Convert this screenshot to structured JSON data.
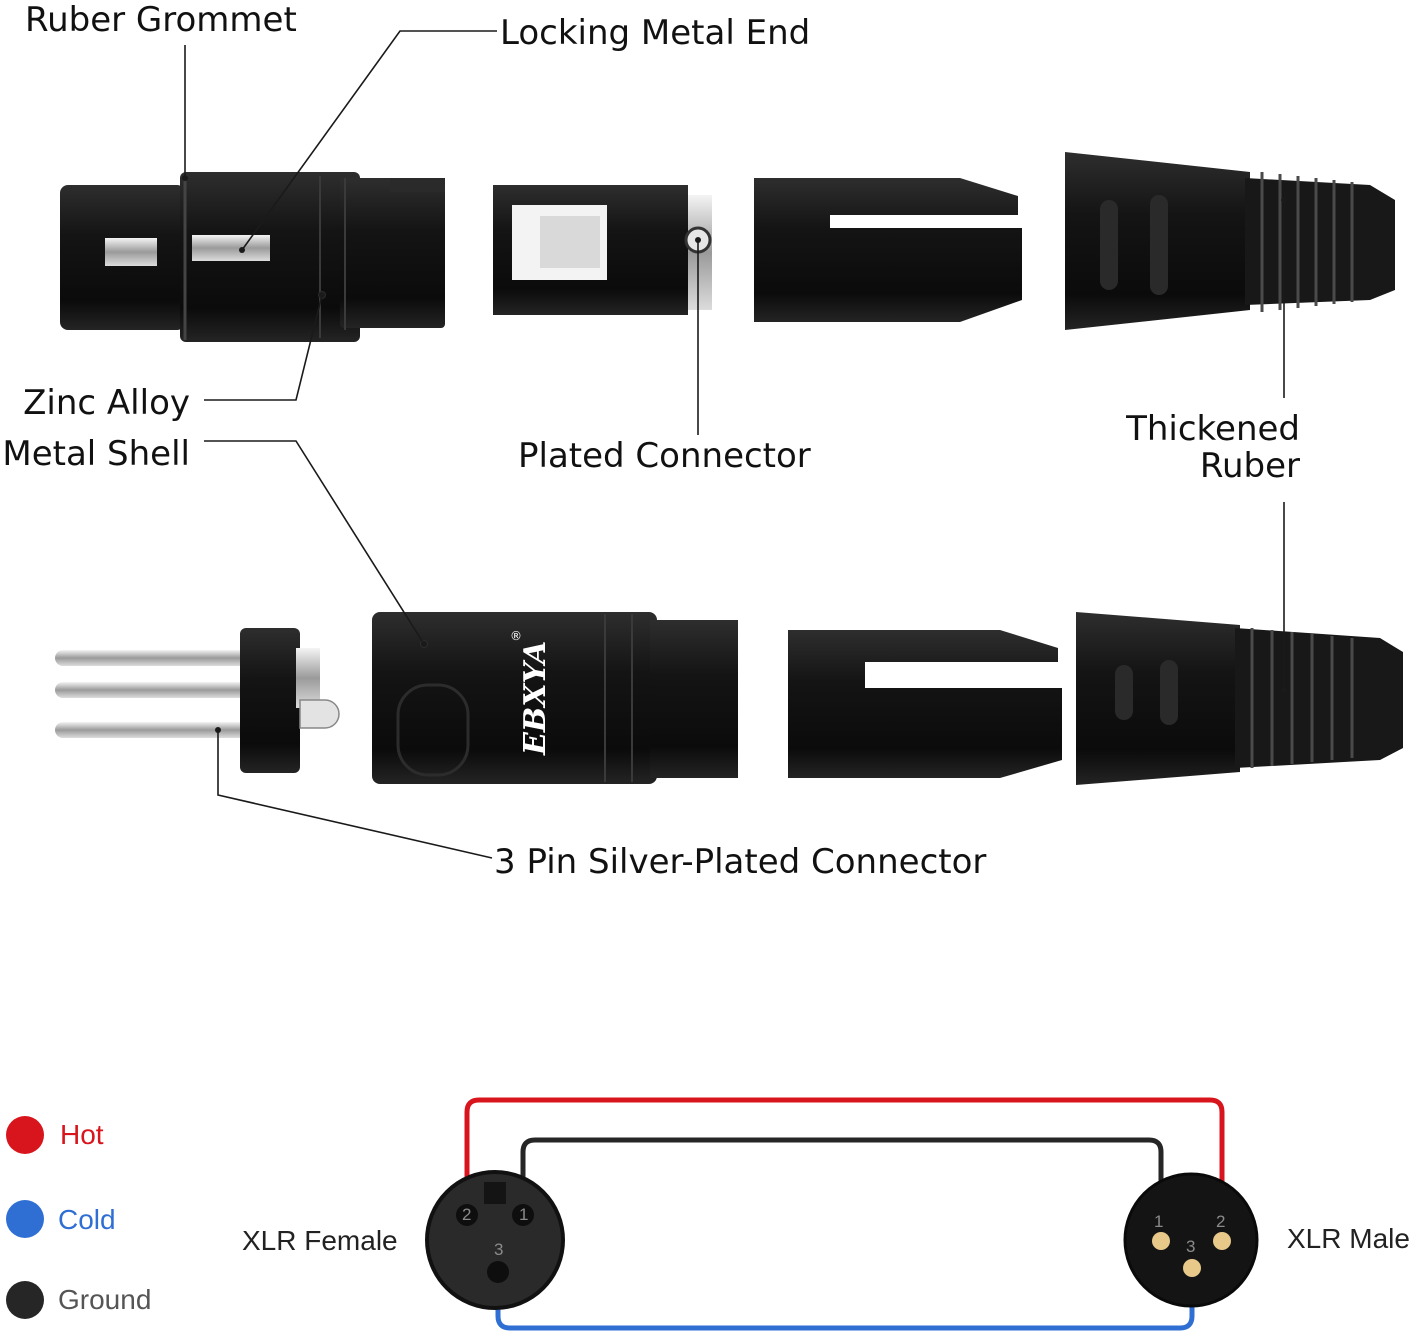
{
  "labels": {
    "rubber_grommet": "Ruber Grommet",
    "locking_metal_end": "Locking Metal End",
    "zinc_alloy": "Zinc Alloy",
    "metal_shell": "Metal Shell",
    "plated_connector": "Plated Connector",
    "thickened": "Thickened",
    "ruber": "Ruber",
    "pin_connector": "3 Pin Silver-Plated Connector"
  },
  "brand": "EBXYA",
  "brand_mark": "®",
  "legend": [
    {
      "label": "Hot",
      "color": "#d8141c"
    },
    {
      "label": "Cold",
      "color": "#2f6fd4"
    },
    {
      "label": "Ground",
      "color": "#262626"
    }
  ],
  "wiring": {
    "female_label": "XLR Female",
    "male_label": "XLR Male",
    "female_pins": [
      "2",
      "1",
      "3"
    ],
    "male_pins": [
      "1",
      "2",
      "3"
    ]
  },
  "colors": {
    "hot": "#d8141c",
    "cold": "#2f6fd4",
    "ground": "#262626",
    "body": "#141414",
    "gold": "#e8c98a"
  }
}
